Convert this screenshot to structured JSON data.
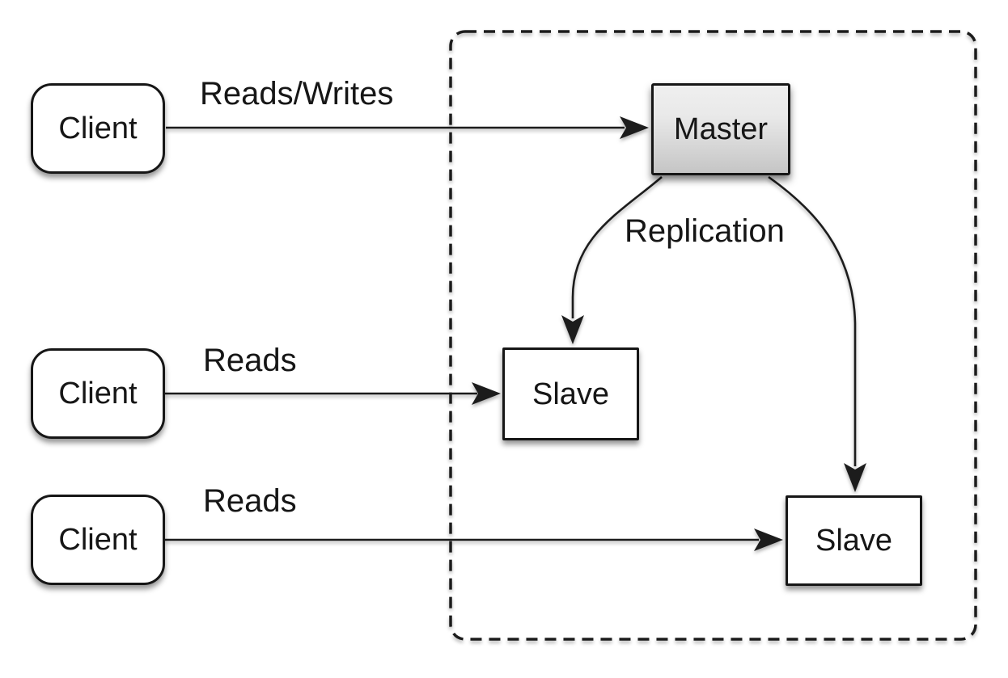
{
  "diagram": {
    "type": "master-slave-replication-topology",
    "colors": {
      "background": "#ffffff",
      "line": "#1c1c1c",
      "node_border": "#161616",
      "node_fill": "#ffffff",
      "master_fill_top": "#efefef",
      "master_fill_bottom": "#c5c5c5",
      "text": "#161616"
    },
    "nodes": {
      "client_1": {
        "label": "Client"
      },
      "client_2": {
        "label": "Client"
      },
      "client_3": {
        "label": "Client"
      },
      "master": {
        "label": "Master"
      },
      "slave_1": {
        "label": "Slave"
      },
      "slave_2": {
        "label": "Slave"
      }
    },
    "edges": {
      "client1_to_master": {
        "label": "Reads/Writes",
        "from": "client_1",
        "to": "master"
      },
      "client2_to_slave1": {
        "label": "Reads",
        "from": "client_2",
        "to": "slave_1"
      },
      "client3_to_slave2": {
        "label": "Reads",
        "from": "client_3",
        "to": "slave_2"
      },
      "master_to_slave1": {
        "label": "Replication",
        "from": "master",
        "to": "slave_1"
      },
      "master_to_slave2": {
        "label": "Replication",
        "from": "master",
        "to": "slave_2"
      }
    }
  }
}
